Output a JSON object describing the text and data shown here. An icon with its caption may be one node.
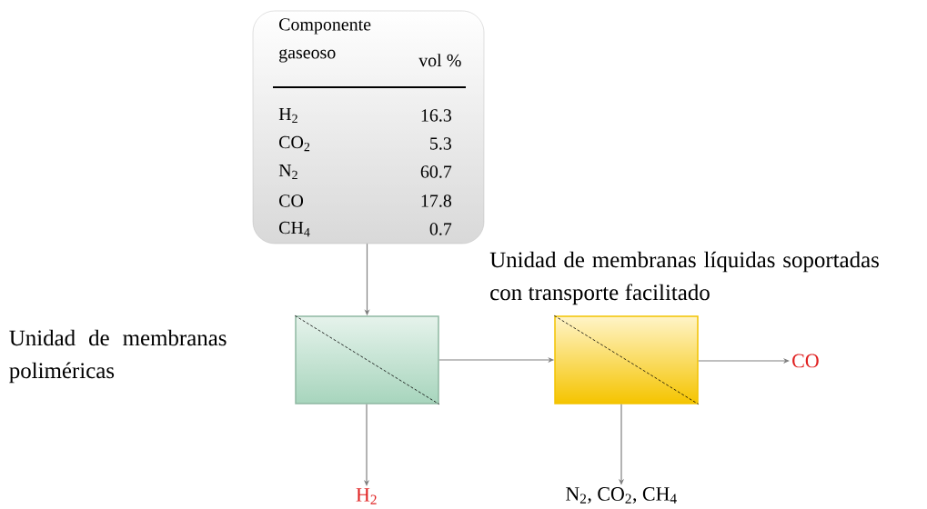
{
  "diagram": {
    "nodes": [
      {
        "text": [
          "Componente gaseoso",
          "vol %",
          "H$_{2}$",
          "16.3",
          "CO$_{2}$",
          "5.3",
          "N$_{2}$",
          "60.7",
          "CO",
          "17.8",
          "CH$_{4}$",
          "0.7"
        ]
      },
      {
        "text": [
          "Unidad de membranas poliméricas"
        ]
      },
      {
        "text": [
          "Unidad de membranas líquidas soportadas con transporte facilitado"
        ]
      },
      {
        "text": [
          "CO"
        ]
      },
      {
        "text": [
          "H$_{2}$"
        ]
      },
      {
        "text": [
          "N$_{2}$, CO$_{2}$, CH$_{4}$"
        ]
      }
    ],
    "edges": [
      {
        "from": 0,
        "to": 1,
        "arrow": "to"
      },
      {
        "from": 1,
        "to": 2,
        "arrow": "to"
      },
      {
        "from": 2,
        "to": 3,
        "arrow": "to"
      },
      {
        "from": 1,
        "to": 4,
        "arrow": "to"
      },
      {
        "from": 2,
        "to": 5,
        "arrow": "to"
      }
    ]
  }
}
